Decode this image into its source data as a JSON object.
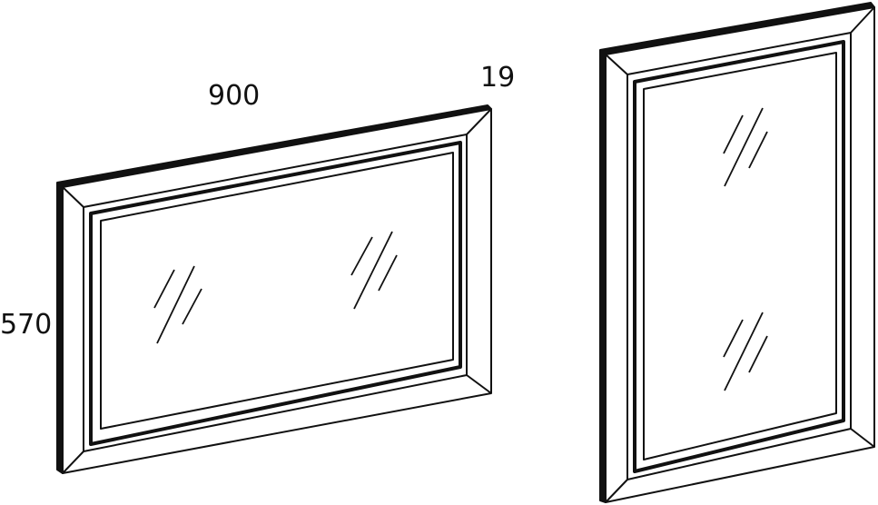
{
  "dimensions": {
    "width": "900",
    "depth": "19",
    "height": "570"
  },
  "colors": {
    "line": "#111111",
    "background": "#ffffff"
  },
  "views": [
    {
      "name": "horizontal-mirror",
      "orientation": "landscape"
    },
    {
      "name": "vertical-mirror",
      "orientation": "portrait"
    }
  ]
}
